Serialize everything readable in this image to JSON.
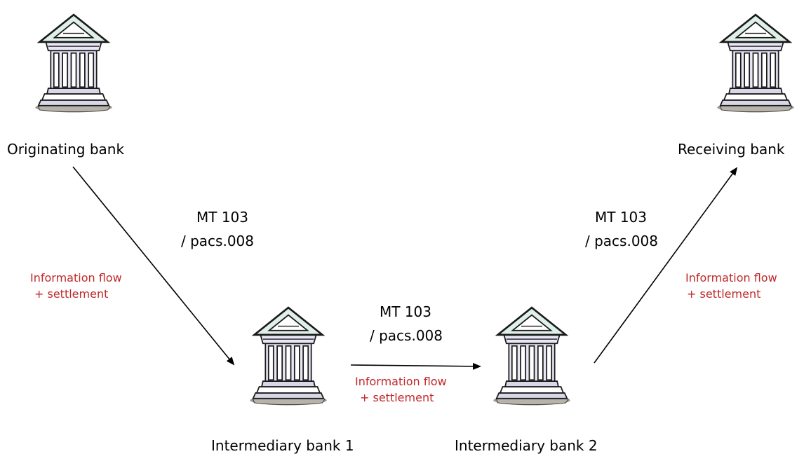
{
  "colors": {
    "text": "#000000",
    "flow_text": "#c0282a",
    "arrow": "#000000",
    "building_fill": "#ffffff",
    "building_stroke": "#1a1a1a",
    "column_fill": "#e9e6f5",
    "roof_fill": "#dff0e8",
    "base_fill": "#d7d7e8",
    "ground_fill": "#9e9a92"
  },
  "icons": {
    "bank": "bank-building-icon"
  },
  "banks": {
    "originating": "Originating bank",
    "receiving": "Receiving bank",
    "intermediary_1": "Intermediary bank 1",
    "intermediary_2": "Intermediary bank 2"
  },
  "messages": {
    "left": {
      "line1": "MT 103",
      "line2": "/ pacs.008"
    },
    "middle": {
      "line1": "MT 103",
      "line2": "/ pacs.008"
    },
    "right": {
      "line1": "MT 103",
      "line2": "/ pacs.008"
    }
  },
  "flows": {
    "left": {
      "line1": "Information flow",
      "line2": "+ settlement"
    },
    "middle": {
      "line1": "Information flow",
      "line2": "+ settlement"
    },
    "right": {
      "line1": "Information flow",
      "line2": "+ settlement"
    }
  }
}
